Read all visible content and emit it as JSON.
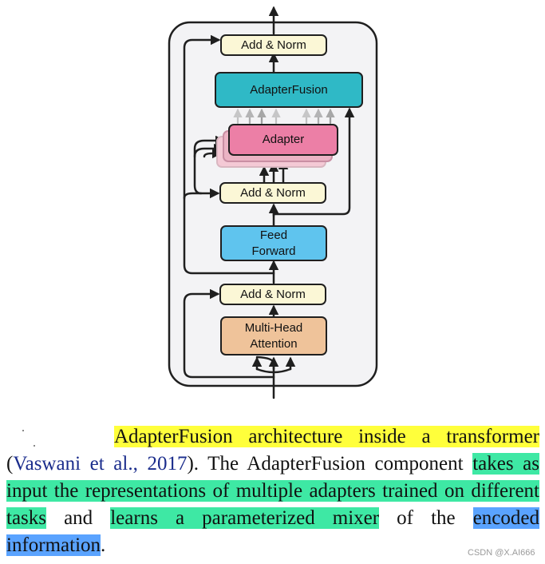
{
  "diagram": {
    "blocks": {
      "top_norm": "Add & Norm",
      "fusion": "AdapterFusion",
      "adapter": "Adapter",
      "mid_norm": "Add & Norm",
      "feed": "Feed\nForward",
      "bottom_norm": "Add & Norm",
      "attention": "Multi-Head\nAttention"
    }
  },
  "caption": {
    "s1": "AdapterFusion architecture inside a transformer",
    "s2": " (",
    "citation": "Vaswani et al., 2017",
    "s3": "). The AdapterFusion component ",
    "s4": "takes as input the representations of multiple adapters trained on different tasks",
    "s5": " and ",
    "s6": "learns a parameterized mixer",
    "s7": " of the ",
    "s8": "encoded information",
    "s9": "."
  },
  "watermark": "CSDN @X.AI666",
  "colors": {
    "norm": "#fbf7d6",
    "fusion": "#2fb9c6",
    "adapter": "#ec7fa6",
    "feed": "#5fc4ee",
    "attention": "#efc39a",
    "highlight_yellow": "#ffff3b",
    "highlight_green": "#3ee8a4",
    "highlight_blue": "#5aa3ff",
    "citation": "#1a2c8c"
  }
}
